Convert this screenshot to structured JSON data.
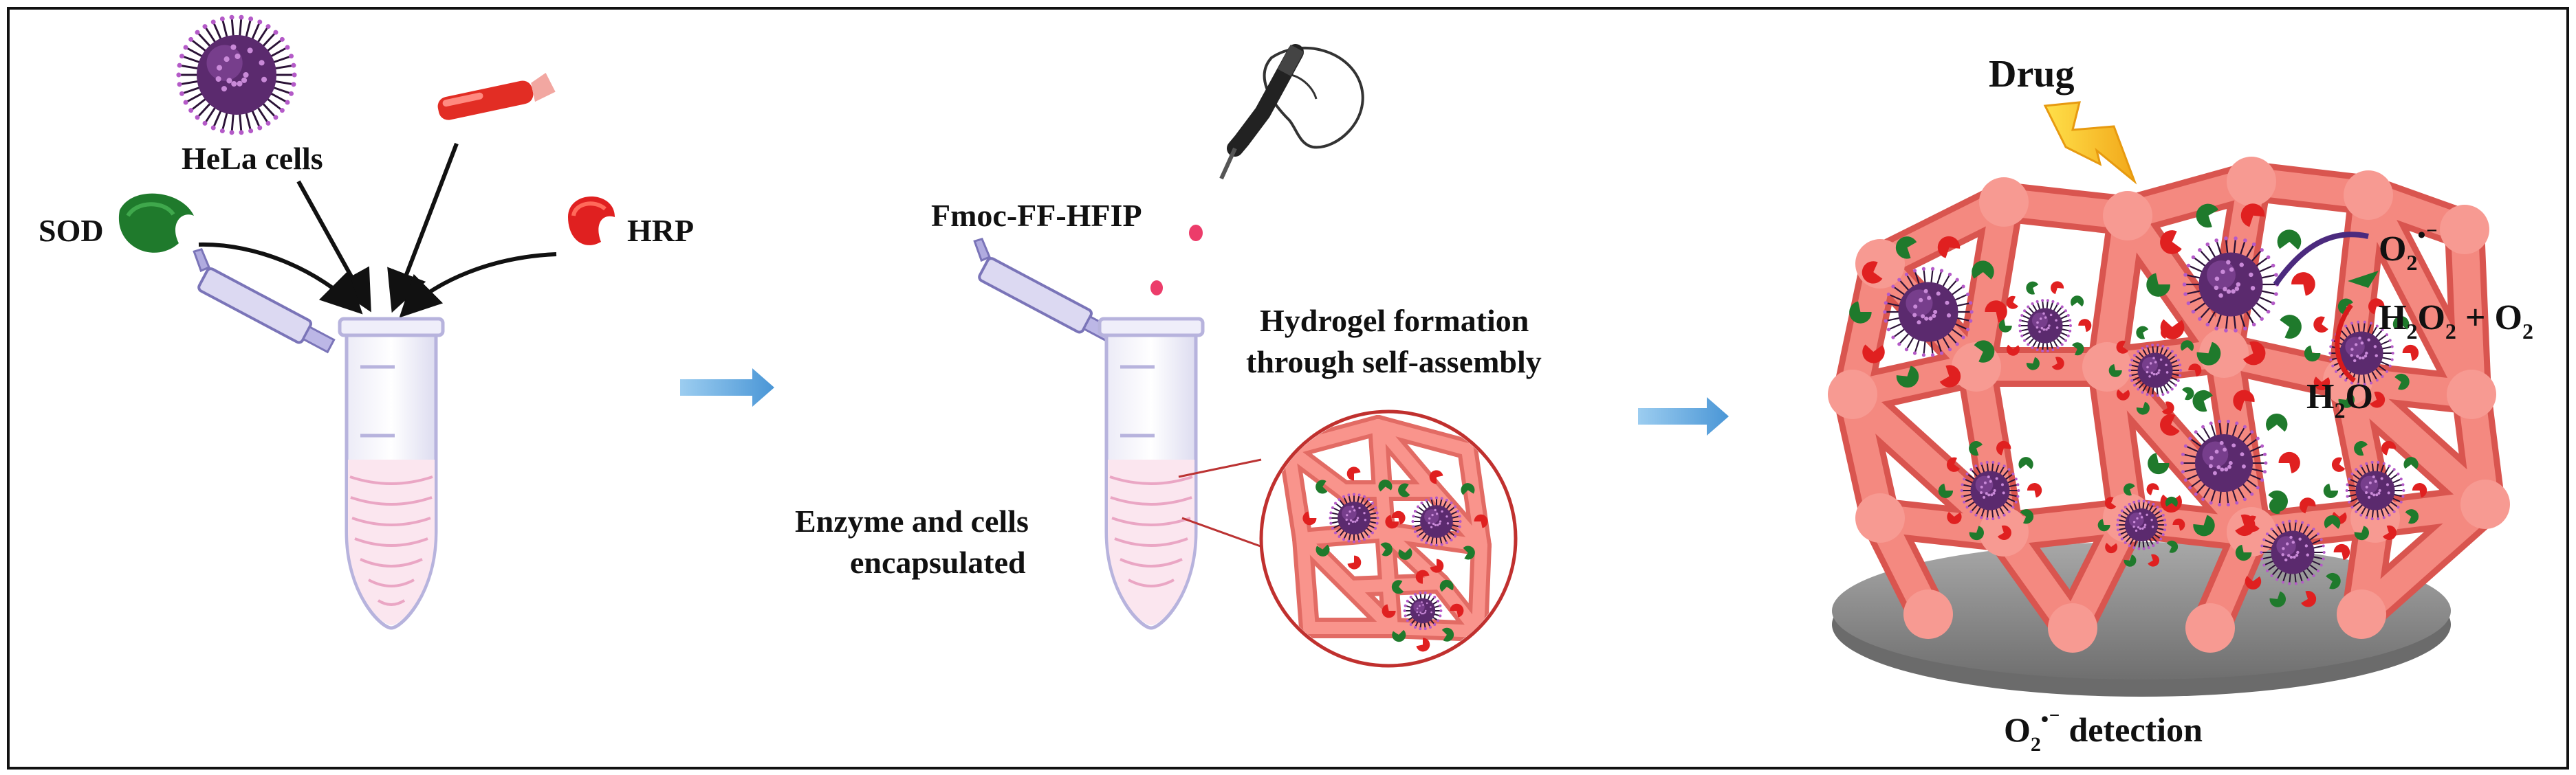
{
  "labels": {
    "hela": "HeLa cells",
    "sod": "SOD",
    "hrp": "HRP",
    "fmoc": "Fmoc-FF-HFIP",
    "hydrogel_line1": "Hydrogel formation",
    "hydrogel_line2": "through self-assembly",
    "enzyme_line1": "Enzyme and cells",
    "enzyme_line2": "encapsulated",
    "drug": "Drug",
    "superoxide": "O",
    "superoxide_sub": "2",
    "superoxide_sup": "•⁻",
    "h2o2_pre": "H",
    "h2o2_sub1": "2",
    "h2o2_mid": "O",
    "h2o2_sub2": "2",
    "h2o2_plus": " + O",
    "h2o2_sub3": "2",
    "h2o_pre": "H",
    "h2o_sub": "2",
    "h2o_post": "O",
    "detection_pre": "O",
    "detection_sub": "2",
    "detection_sup": "•⁻",
    "detection_post": " detection"
  },
  "colors": {
    "hydrogel": "#f07f78",
    "hydrogel_dark": "#d8504c",
    "cell": "#5b2a6e",
    "sod": "#1f7a2c",
    "hrp": "#e02020",
    "arrow": "#5aa6de",
    "plate": "#8f8f8f"
  }
}
